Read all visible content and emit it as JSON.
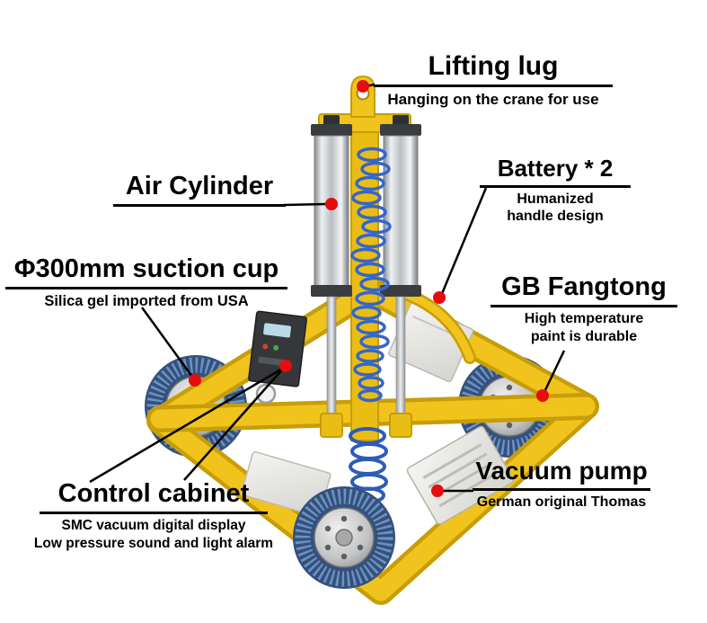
{
  "colors": {
    "background": "#ffffff",
    "text": "#000000",
    "marker_red": "#e60d0d",
    "machine_yellow": "#f0c41c",
    "machine_yellow_dark": "#c79d08",
    "brush_blue": "#5b82b8",
    "hose_blue": "#3466cc"
  },
  "annotations": {
    "lifting_lug": {
      "title": "Lifting lug",
      "subtitle": "Hanging on the crane for use"
    },
    "air_cylinder": {
      "title": "Air Cylinder"
    },
    "battery": {
      "title": "Battery * 2",
      "subtitle_line1": "Humanized",
      "subtitle_line2": "handle design"
    },
    "suction_cup": {
      "title": "Φ300mm suction cup",
      "subtitle": "Silica gel imported from USA"
    },
    "gb_fangtong": {
      "title": "GB Fangtong",
      "subtitle_line1": "High temperature",
      "subtitle_line2": "paint is durable"
    },
    "control_cabinet": {
      "title": "Control cabinet",
      "subtitle_line1": "SMC vacuum digital display",
      "subtitle_line2": "Low pressure sound and light alarm"
    },
    "vacuum_pump": {
      "title": "Vacuum pump",
      "subtitle": "German original Thomas"
    }
  }
}
